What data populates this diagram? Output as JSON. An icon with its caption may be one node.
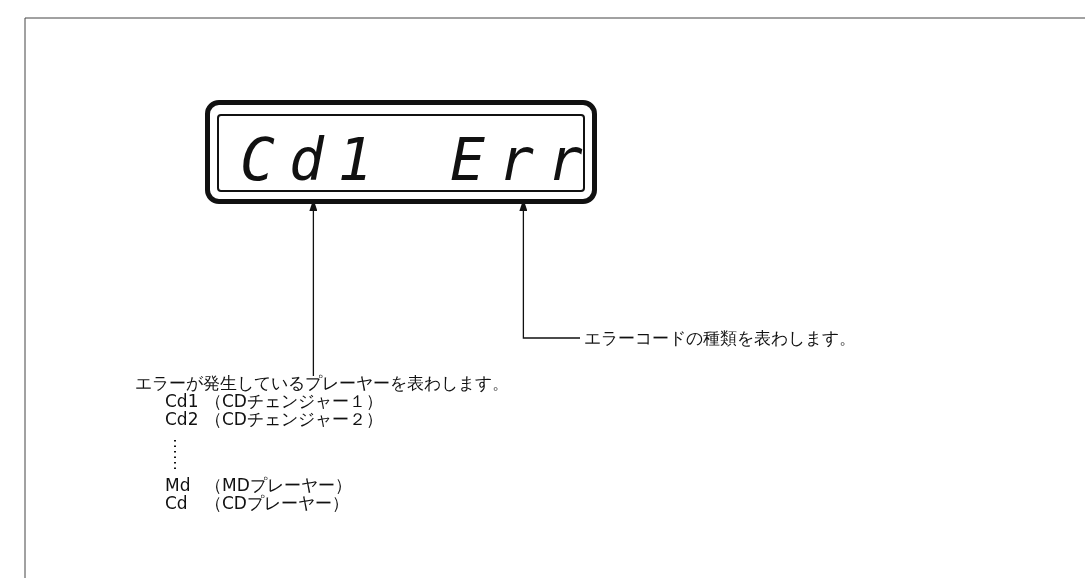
{
  "diagram": {
    "nodes": [
      {
        "text": [],
        "shape": "box"
      },
      {
        "text": [
          "Cd1"
        ],
        "in": 0
      },
      {
        "text": [
          "Err"
        ],
        "in": 0
      },
      {
        "text": [
          "エラーが発生しているプレーヤーを表わします。"
        ]
      },
      {
        "text": [
          "エラーコードの種類を表わします。"
        ]
      }
    ],
    "edges": [
      {
        "from": 3,
        "to": 1,
        "arrow": "to"
      },
      {
        "from": 4,
        "to": 2,
        "arrow": "to"
      }
    ],
    "labels": [
      "Cd1",
      "（CDチェンジャー１）",
      "Cd2",
      "（CDチェンジャー２）",
      "Md",
      "（MDプレーヤー）",
      "Cd",
      "（CDプレーヤー）"
    ]
  }
}
